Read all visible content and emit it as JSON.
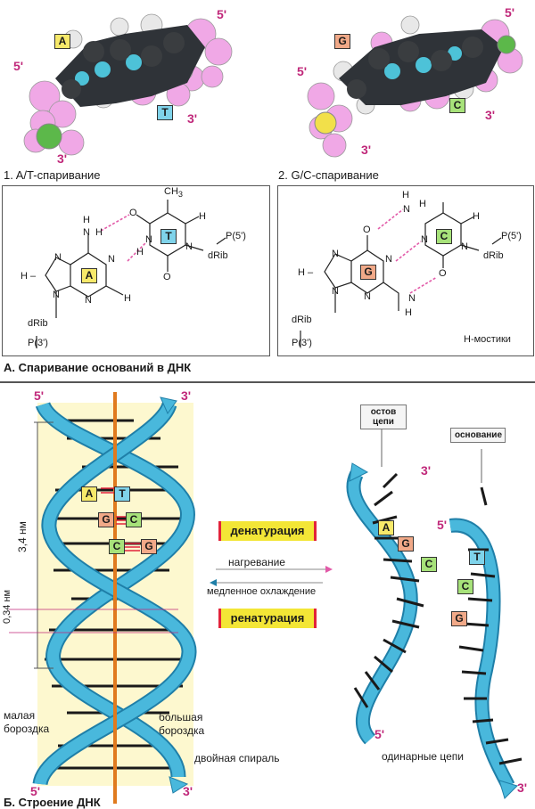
{
  "labels": {
    "five_prime": "5'",
    "three_prime": "3'",
    "at_title": "1.  A/T-спаривание",
    "gc_title": "2. G/C-спаривание",
    "panel_a_caption": "А. Спаривание оснований в ДНК",
    "panel_b_caption": "Б. Строение ДНК",
    "h_bridges": "Н-мостики",
    "backbone": "остов цепи",
    "base": "основание",
    "denaturation": "денатурация",
    "heating": "нагревание",
    "slow_cooling": "медленное охлаждение",
    "renaturation": "ренатурация",
    "pitch": "3,4 нм",
    "rise": "0,34 нм",
    "minor_groove": "малая бороздка",
    "major_groove": "большая бороздка",
    "double_helix": "двойная спираль",
    "single_strands": "одинарные цепи"
  },
  "chem": {
    "ch3": "CH",
    "ch3_sub": "3",
    "h": "H",
    "n": "N",
    "o": "O",
    "p5": "P(5')",
    "p3": "P(3')",
    "drib": "dRib",
    "h_dash": "H –"
  },
  "bases": {
    "A": "A",
    "T": "T",
    "G": "G",
    "C": "C"
  },
  "colors": {
    "helix": "#49b8dc",
    "helix_dark": "#1f7fa8",
    "axis": "#e07a1e",
    "dna_bg": "#fdf8cf",
    "bridge": "#e25aa8",
    "adenine": "#f7e96a",
    "thymine": "#7fd3ea",
    "guanine": "#f1a988",
    "cytosine": "#a7e27a"
  }
}
